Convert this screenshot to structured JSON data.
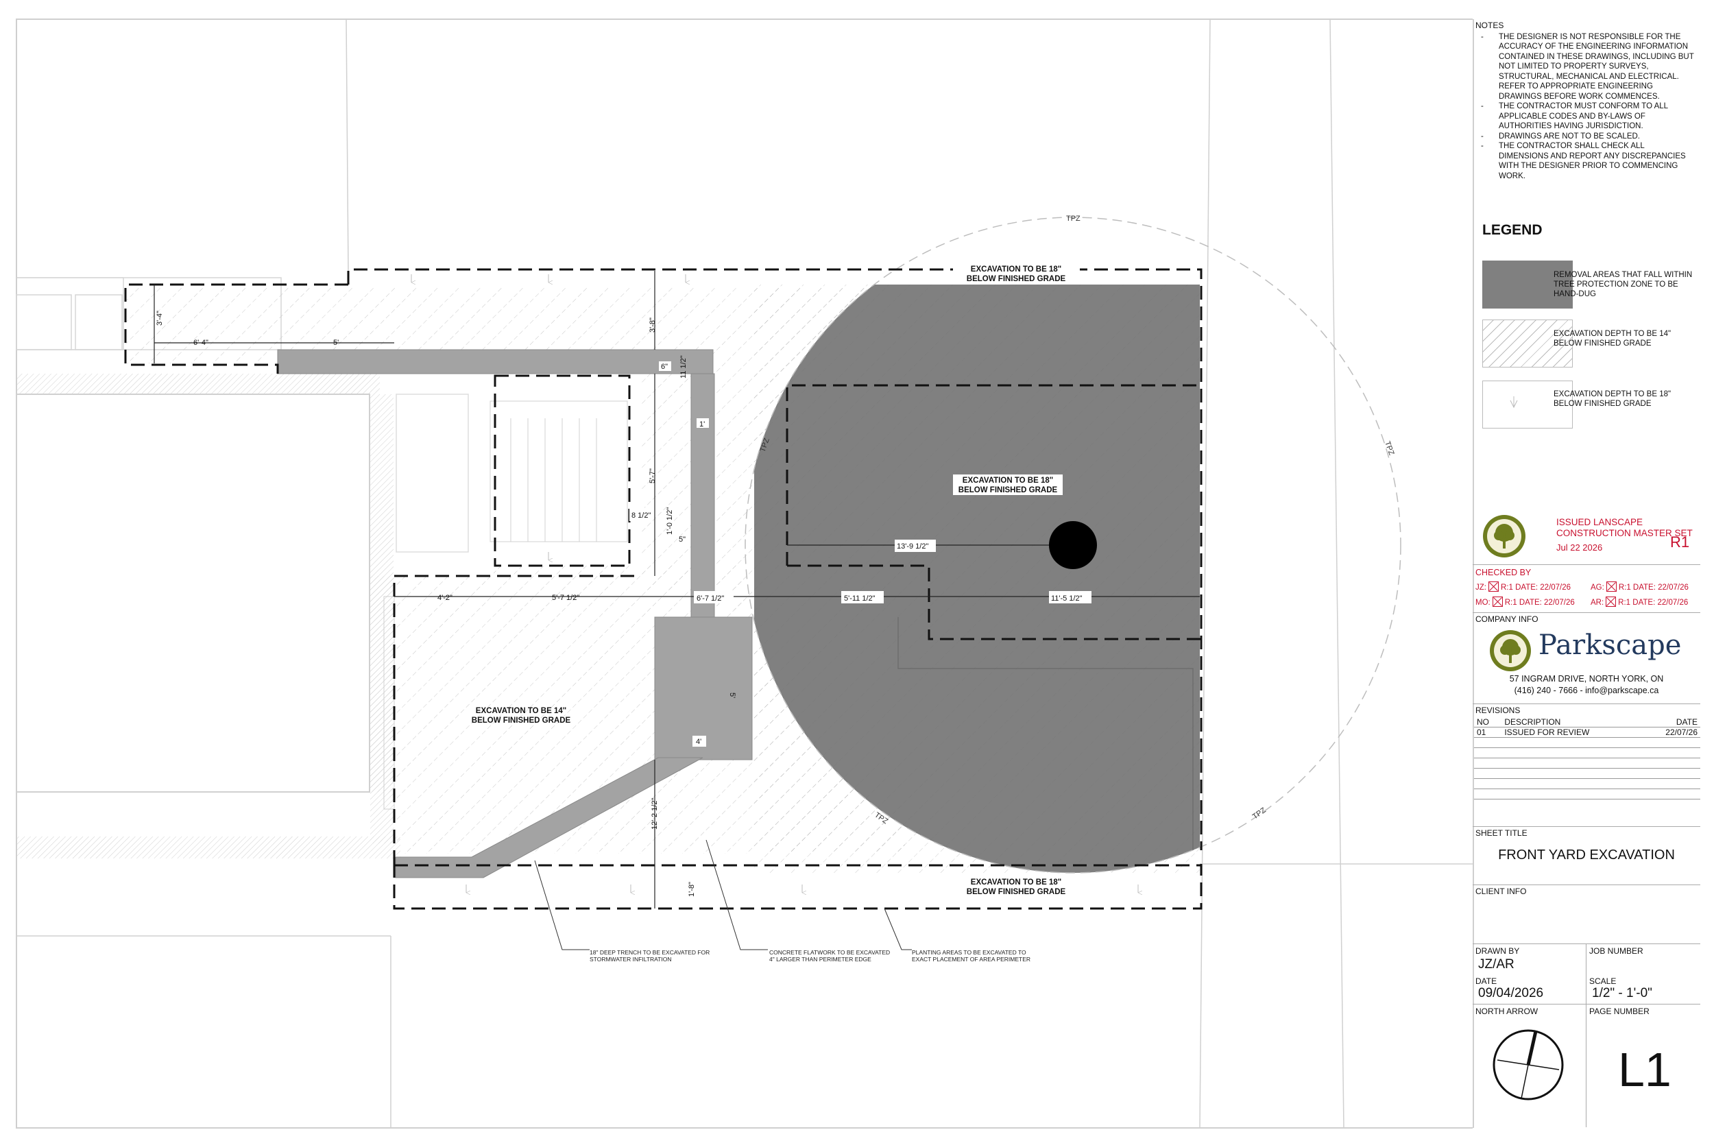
{
  "notes": {
    "title": "NOTES",
    "items": [
      "THE DESIGNER IS NOT RESPONSIBLE FOR THE ACCURACY OF THE ENGINEERING INFORMATION CONTAINED IN THESE DRAWINGS, INCLUDING BUT NOT LIMITED TO PROPERTY SURVEYS, STRUCTURAL, MECHANICAL AND ELECTRICAL. REFER TO APPROPRIATE ENGINEERING DRAWINGS BEFORE WORK COMMENCES.",
      "THE CONTRACTOR MUST CONFORM TO ALL APPLICABLE CODES AND BY-LAWS OF AUTHORITIES HAVING JURISDICTION.",
      "DRAWINGS ARE NOT TO BE SCALED.",
      "THE CONTRACTOR SHALL CHECK ALL DIMENSIONS AND REPORT ANY DISCREPANCIES WITH THE DESIGNER PRIOR TO COMMENCING WORK."
    ]
  },
  "legend": {
    "title": "LEGEND",
    "items": [
      {
        "text": "REMOVAL AREAS THAT FALL WITHIN TREE PROTECTION ZONE TO BE HAND-DUG",
        "swatch": "solid"
      },
      {
        "text": "EXCAVATION DEPTH TO BE 14\" BELOW FINISHED GRADE",
        "swatch": "hatch"
      },
      {
        "text": "EXCAVATION DEPTH TO BE 18\" BELOW FINISHED GRADE",
        "swatch": "arrow"
      }
    ]
  },
  "issue": {
    "title": "ISSUED LANSCAPE CONSTRUCTION MASTER SET",
    "date": "Jul 22 2026",
    "revision": "R1"
  },
  "checked_by": {
    "title": "CHECKED BY",
    "entries": [
      {
        "initials": "JZ:",
        "value": "R:1 DATE: 22/07/26"
      },
      {
        "initials": "AG:",
        "value": "R:1 DATE: 22/07/26"
      },
      {
        "initials": "MO:",
        "value": "R:1 DATE: 22/07/26"
      },
      {
        "initials": "AR:",
        "value": "R:1 DATE: 22/07/26"
      }
    ]
  },
  "company": {
    "label": "COMPANY INFO",
    "name": "Parkscape",
    "address": "57 INGRAM DRIVE, NORTH YORK, ON",
    "contact": "(416) 240 - 7666  -  info@parkscape.ca"
  },
  "revisions": {
    "label": "REVISIONS",
    "headers": [
      "NO",
      "DESCRIPTION",
      "DATE"
    ],
    "rows": [
      [
        "01",
        "ISSUED FOR REVIEW",
        "22/07/26"
      ]
    ]
  },
  "sheet": {
    "title_label": "SHEET TITLE",
    "title": "FRONT YARD EXCAVATION",
    "client_label": "CLIENT INFO",
    "drawn_by_label": "DRAWN BY",
    "drawn_by": "JZ/AR",
    "job_number_label": "JOB NUMBER",
    "date_label": "DATE",
    "date": "09/04/2026",
    "scale_label": "SCALE",
    "scale": "1/2\" - 1'-0\"",
    "north_arrow_label": "NORTH ARROW",
    "page_number_label": "PAGE NUMBER",
    "page_number": "L1"
  },
  "plan": {
    "labels": {
      "exc18_top": [
        "EXCAVATION TO BE 18\"",
        "BELOW FINISHED GRADE"
      ],
      "exc18_mid": [
        "EXCAVATION TO BE 18\"",
        "BELOW FINISHED GRADE"
      ],
      "exc18_bottom": [
        "EXCAVATION TO BE 18\"",
        "BELOW FINISHED GRADE"
      ],
      "exc14": [
        "EXCAVATION TO BE 14\"",
        "BELOW FINISHED GRADE"
      ],
      "tpz": "TPZ"
    },
    "dims": {
      "d1": "3'-4\"",
      "d2": "6'-4\"",
      "d3": "5'",
      "d4": "3'-8\"",
      "d5": "6\"",
      "d6": "11 1/2\"",
      "d7": "1'",
      "d8": "5'-7\"",
      "d9": "8 1/2\"",
      "d10": "1'-0 1/2\"",
      "d11": "5\"",
      "d12": "4'-2\"",
      "d13": "5'-7 1/2\"",
      "d14": "6'-7 1/2\"",
      "d15": "5'-11 1/2\"",
      "d16": "11'-5 1/2\"",
      "d17": "13'-9 1/2\"",
      "d18": "5'",
      "d19": "4'",
      "d20": "12'-2 1/2\"",
      "d21": "1'-8\""
    },
    "callouts": [
      [
        "18\" DEEP TRENCH TO BE EXCAVATED FOR",
        "STORMWATER INFILTRATION"
      ],
      [
        "CONCRETE FLATWORK TO BE EXCAVATED",
        "4\" LARGER THAN PERIMETER EDGE"
      ],
      [
        "PLANTING AREAS TO BE EXCAVATED TO",
        "EXACT PLACEMENT OF AREA PERIMETER"
      ]
    ]
  },
  "colors": {
    "tpz_fill": "#808080",
    "concrete": "#a3a3a3",
    "accent_red": "#c8102e",
    "company_blue": "#233a5e",
    "logo_green": "#6f7d1f"
  }
}
